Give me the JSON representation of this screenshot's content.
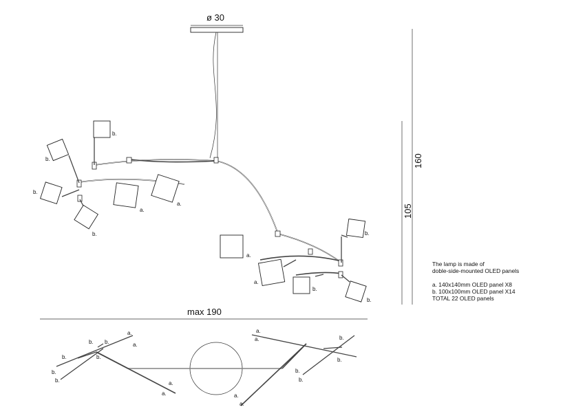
{
  "dimensions": {
    "canopy_diameter": "ø 30",
    "total_height": "160",
    "body_height": "105",
    "max_width": "max 190"
  },
  "panel_labels": {
    "a": "a.",
    "b": "b."
  },
  "notes": {
    "line1": "The lamp is made of",
    "line2": "doble-side-mounted OLED panels",
    "line3": "a. 140x140mm OLED panel X8",
    "line4": "b. 100x100mm OLED panel X14",
    "line5": "TOTAL 22 OLED panels"
  }
}
